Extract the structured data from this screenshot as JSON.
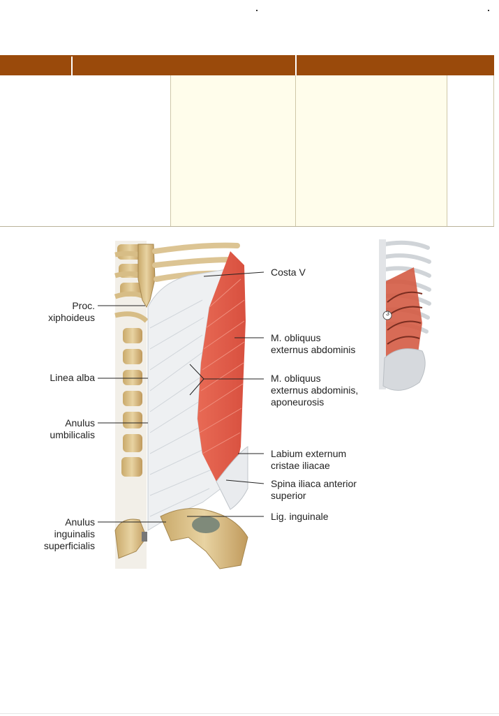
{
  "colors": {
    "header": "#9a4a0b",
    "highlight_cell": "#fffdeb",
    "muscle": "#e2604c",
    "bone": "#d9bf86",
    "aponeurosis": "#eceff1"
  },
  "figure": {
    "left_labels": [
      {
        "id": "proc-xiphoideus",
        "text": "Proc.\nxiphoideus"
      },
      {
        "id": "linea-alba",
        "text": "Linea alba"
      },
      {
        "id": "anulus-umbilicalis",
        "text": "Anulus\numbilicalis"
      },
      {
        "id": "anulus-inguinalis",
        "text": "Anulus\ninguinalis\nsuperficialis"
      }
    ],
    "right_labels": [
      {
        "id": "costa-v",
        "text": "Costa V"
      },
      {
        "id": "m-obliquus",
        "text": "M. obliquus\nexternus abdominis"
      },
      {
        "id": "m-obliquus-apo",
        "text": "M. obliquus\nexternus abdominis,\naponeurosis"
      },
      {
        "id": "labium-externum",
        "text": "Labium externum\ncristae iliacae"
      },
      {
        "id": "spina-iliaca",
        "text": "Spina iliaca anterior\nsuperior"
      },
      {
        "id": "lig-inguinale",
        "text": "Lig. inguinale"
      }
    ],
    "inset_badge": "3"
  }
}
